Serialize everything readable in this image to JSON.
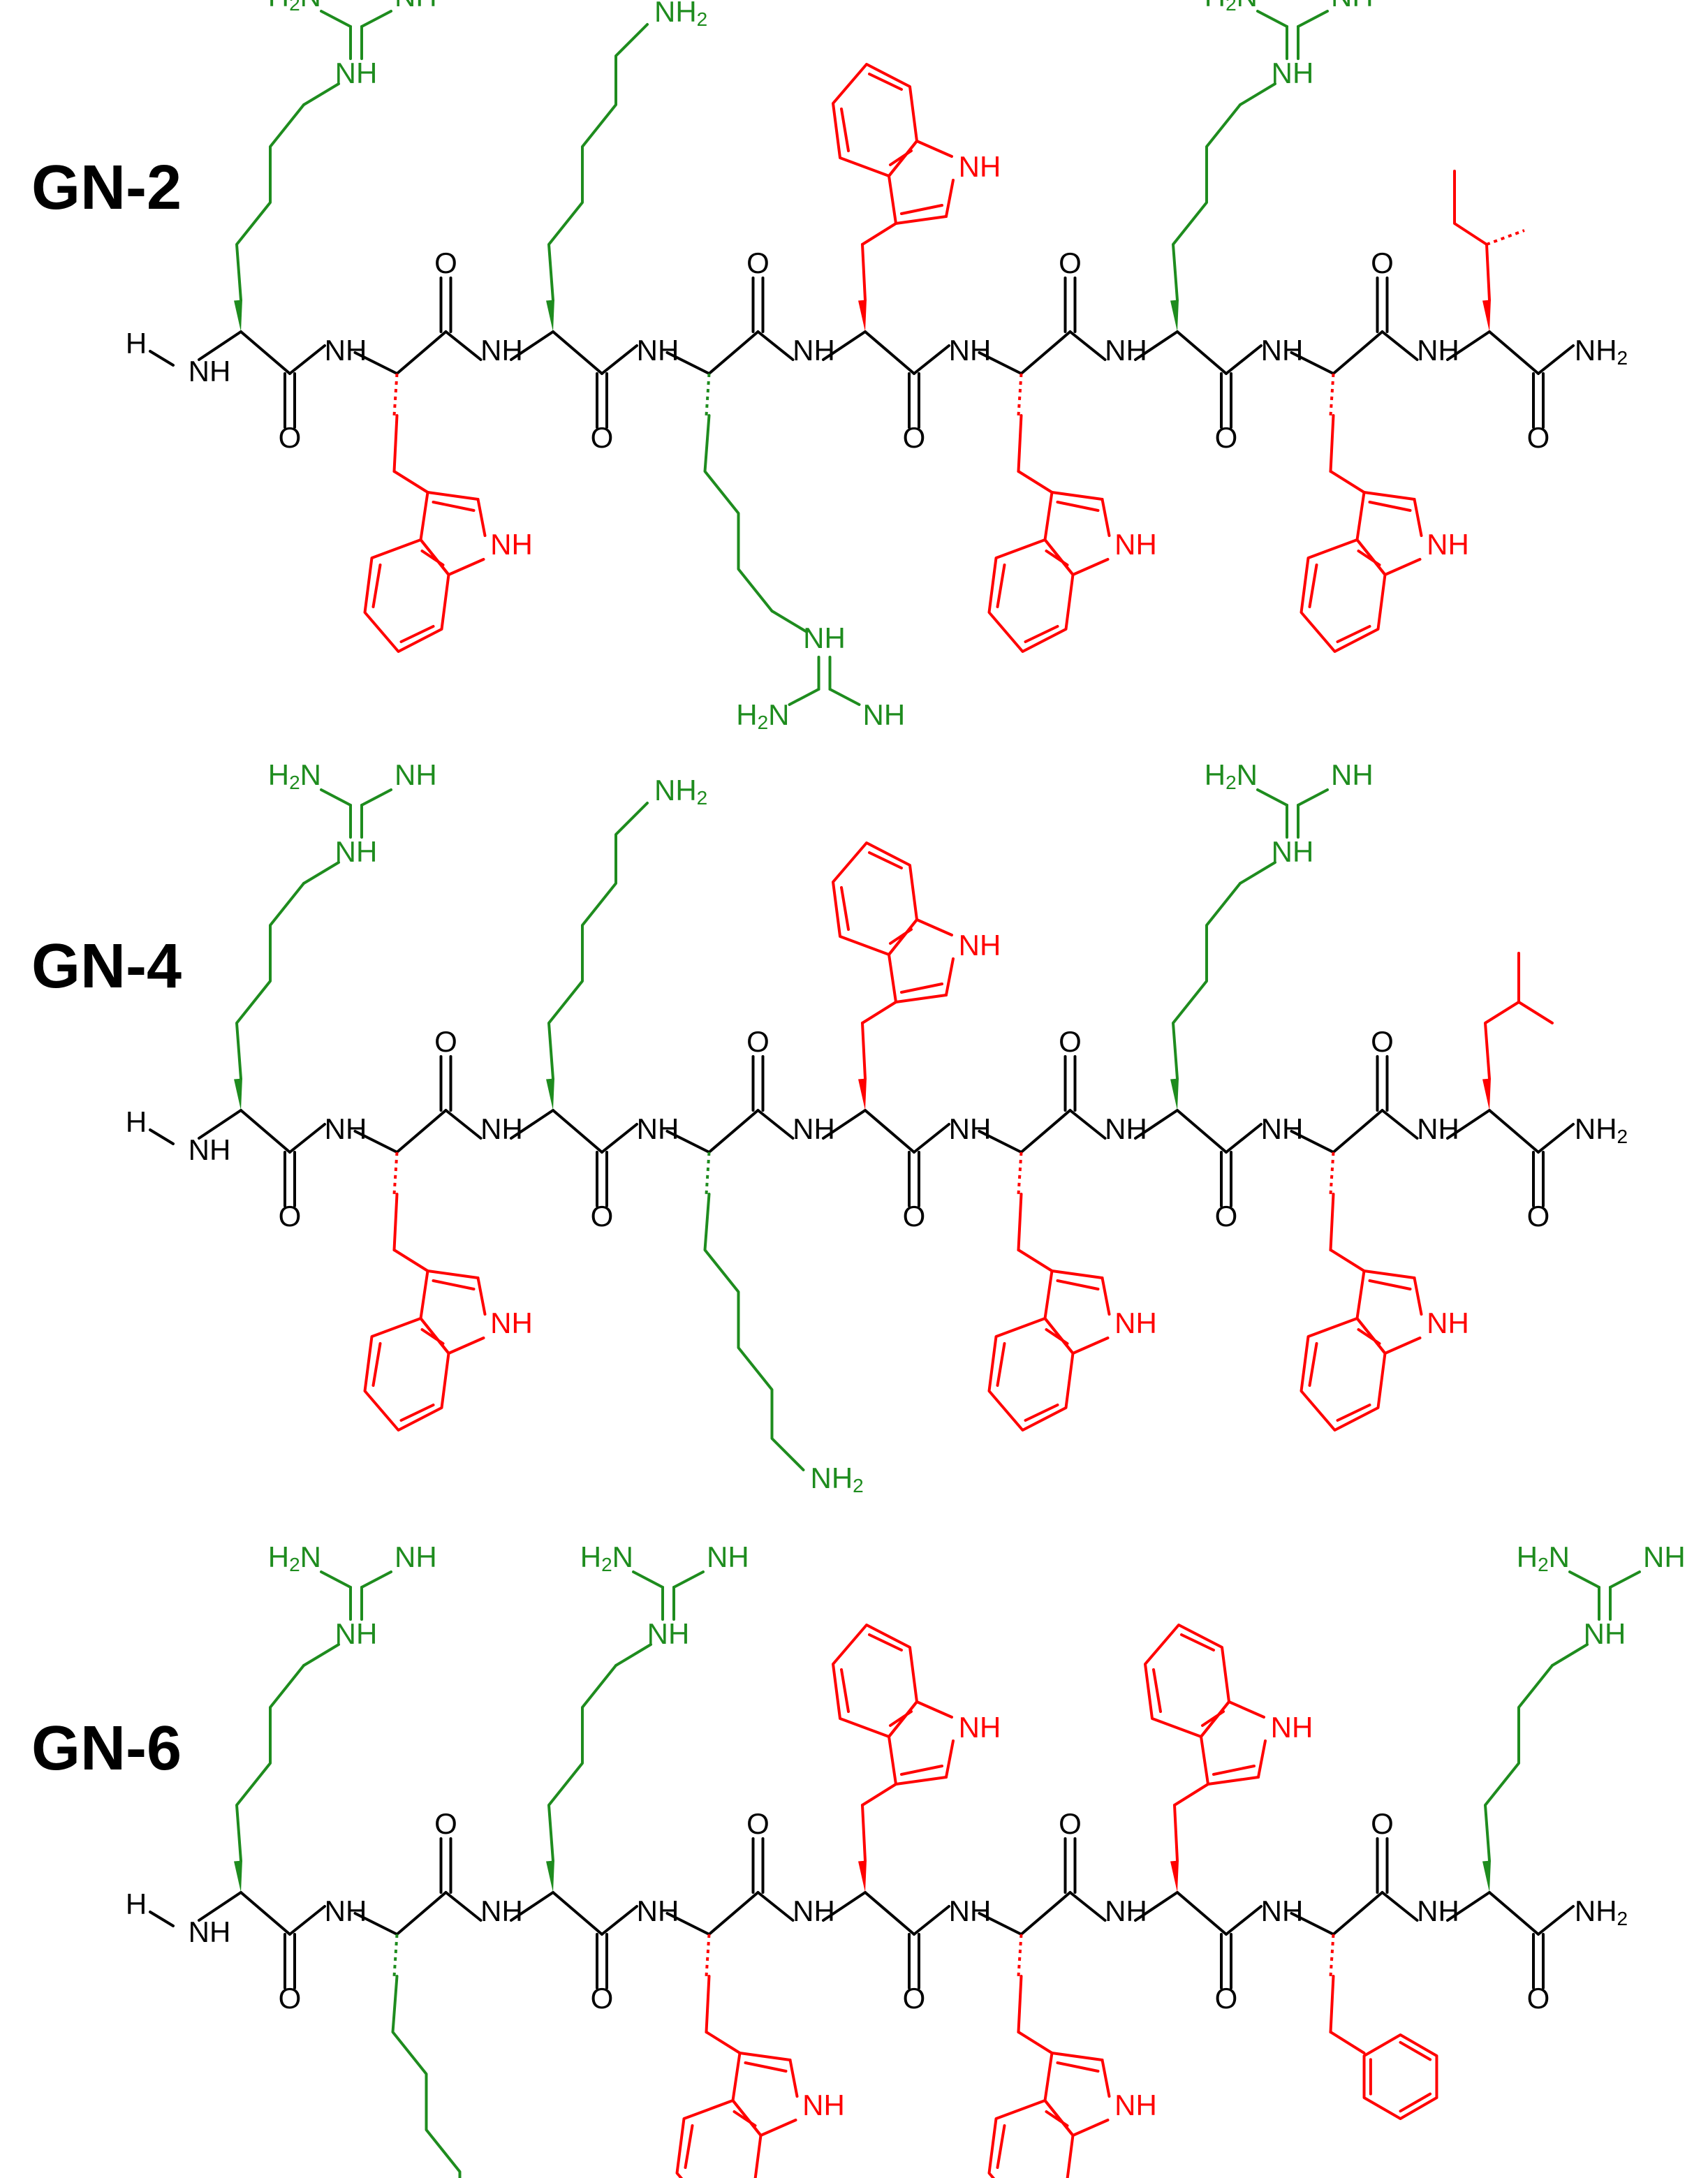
{
  "colors": {
    "backbone": "#000000",
    "polar": "#1e8c1e",
    "aromatic": "#ff0000"
  },
  "labels": {
    "H": "H",
    "NH": "NH",
    "O": "O",
    "NH2": "NH",
    "H2N": "H",
    "sub2": "2",
    "N_after_H2": "N",
    "NH_imine": "NH"
  },
  "peptides": [
    {
      "name": "GN-2",
      "c_term": "NH",
      "residues": [
        {
          "code": "Arg",
          "side": "arg",
          "class": "polar"
        },
        {
          "code": "Trp",
          "side": "trp",
          "class": "aromatic"
        },
        {
          "code": "Lys",
          "side": "lys",
          "class": "polar"
        },
        {
          "code": "Arg",
          "side": "arg",
          "class": "polar"
        },
        {
          "code": "Trp",
          "side": "trp",
          "class": "aromatic"
        },
        {
          "code": "Trp",
          "side": "trp",
          "class": "aromatic"
        },
        {
          "code": "Arg",
          "side": "arg",
          "class": "polar"
        },
        {
          "code": "Trp",
          "side": "trp",
          "class": "aromatic"
        },
        {
          "code": "Ile",
          "side": "ile",
          "class": "aromatic"
        }
      ]
    },
    {
      "name": "GN-4",
      "c_term": "NH",
      "residues": [
        {
          "code": "Arg",
          "side": "arg",
          "class": "polar"
        },
        {
          "code": "Trp",
          "side": "trp",
          "class": "aromatic"
        },
        {
          "code": "Lys",
          "side": "lys",
          "class": "polar"
        },
        {
          "code": "Lys",
          "side": "lys",
          "class": "polar"
        },
        {
          "code": "Trp",
          "side": "trp",
          "class": "aromatic"
        },
        {
          "code": "Trp",
          "side": "trp",
          "class": "aromatic"
        },
        {
          "code": "Arg",
          "side": "arg",
          "class": "polar"
        },
        {
          "code": "Trp",
          "side": "trp",
          "class": "aromatic"
        },
        {
          "code": "Leu",
          "side": "leu",
          "class": "aromatic"
        }
      ]
    },
    {
      "name": "GN-6",
      "c_term": "NH",
      "residues": [
        {
          "code": "Arg",
          "side": "arg",
          "class": "polar"
        },
        {
          "code": "Lys",
          "side": "lys",
          "class": "polar"
        },
        {
          "code": "Arg",
          "side": "arg",
          "class": "polar"
        },
        {
          "code": "Trp",
          "side": "trp",
          "class": "aromatic"
        },
        {
          "code": "Trp",
          "side": "trp",
          "class": "aromatic"
        },
        {
          "code": "Trp",
          "side": "trp",
          "class": "aromatic"
        },
        {
          "code": "Trp",
          "side": "trp",
          "class": "aromatic"
        },
        {
          "code": "Phe",
          "side": "phe",
          "class": "aromatic"
        },
        {
          "code": "Arg",
          "side": "arg",
          "class": "polar"
        }
      ]
    }
  ]
}
